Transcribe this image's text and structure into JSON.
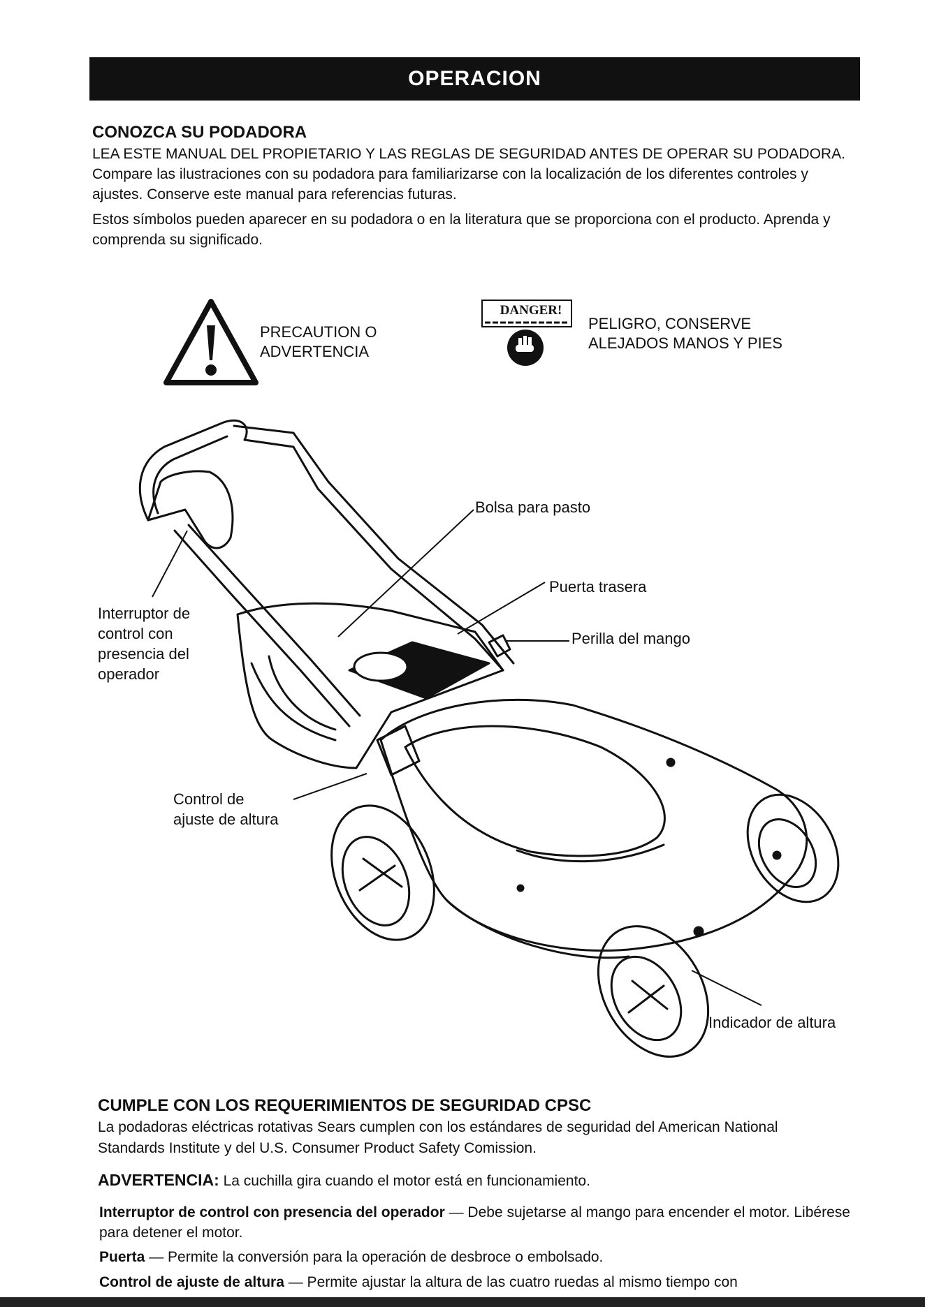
{
  "header": {
    "title": "OPERACION"
  },
  "section1": {
    "title": "CONOZCA SU PODADORA",
    "para1": "LEA ESTE MANUAL DEL PROPIETARIO Y LAS REGLAS DE SEGURIDAD ANTES DE OPERAR SU PODADORA. Compare las ilustraciones con su podadora para familiarizarse con la localización de los diferentes controles y ajustes. Conserve este manual para referencias futuras.",
    "para2": "Estos símbolos pueden aparecer en su podadora o en la literatura que se proporciona con el producto. Aprenda y comprenda su significado."
  },
  "symbols": {
    "warning_label_1": "PRECAUTION O",
    "warning_label_2": "ADVERTENCIA",
    "danger_badge": "DANGER!",
    "danger_label_1": "PELIGRO, CONSERVE",
    "danger_label_2": "ALEJADOS MANOS Y PIES"
  },
  "callouts": {
    "grass_bag": "Bolsa para pasto",
    "rear_door": "Puerta trasera",
    "handle_knob": "Perilla del mango",
    "operator_switch_1": "Interruptor de",
    "operator_switch_2": "control con",
    "operator_switch_3": "presencia del",
    "operator_switch_4": "operador",
    "height_control_1": "Control de",
    "height_control_2": "ajuste de altura",
    "height_indicator": "Indicador de altura"
  },
  "section2": {
    "title": "CUMPLE CON LOS REQUERIMIENTOS DE SEGURIDAD CPSC",
    "para1": "La podadoras eléctricas rotativas Sears cumplen con los estándares de seguridad del American National Standards Institute y del U.S. Consumer Product Safety Comission.",
    "warning_term": "ADVERTENCIA:",
    "warning_text": " La cuchilla gira cuando el motor está en funcionamiento.",
    "switch_term": "Interruptor de control con presencia del operador",
    "switch_text": " — Debe sujetarse al mango para encender el motor. Libérese para detener el motor.",
    "door_term": "Puerta",
    "door_text": " — Permite la conversión para la operación de desbroce o embolsado.",
    "height_term": "Control de ajuste de altura",
    "height_text": " — Permite ajustar la altura de las cuatro ruedas al mismo tiempo con"
  }
}
